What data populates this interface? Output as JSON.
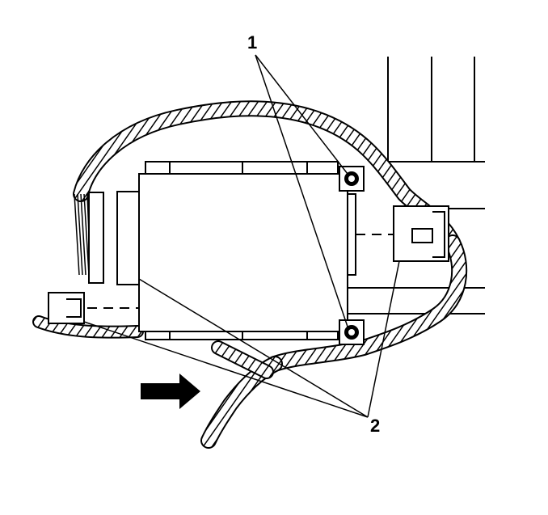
{
  "callouts": [
    {
      "id": "1",
      "label": "1"
    },
    {
      "id": "2",
      "label": "2"
    }
  ],
  "colors": {
    "line": "#000000",
    "background": "#ffffff"
  },
  "icons": [
    "direction-arrow-icon",
    "mounting-bolt-icon",
    "electrical-connector-icon"
  ]
}
